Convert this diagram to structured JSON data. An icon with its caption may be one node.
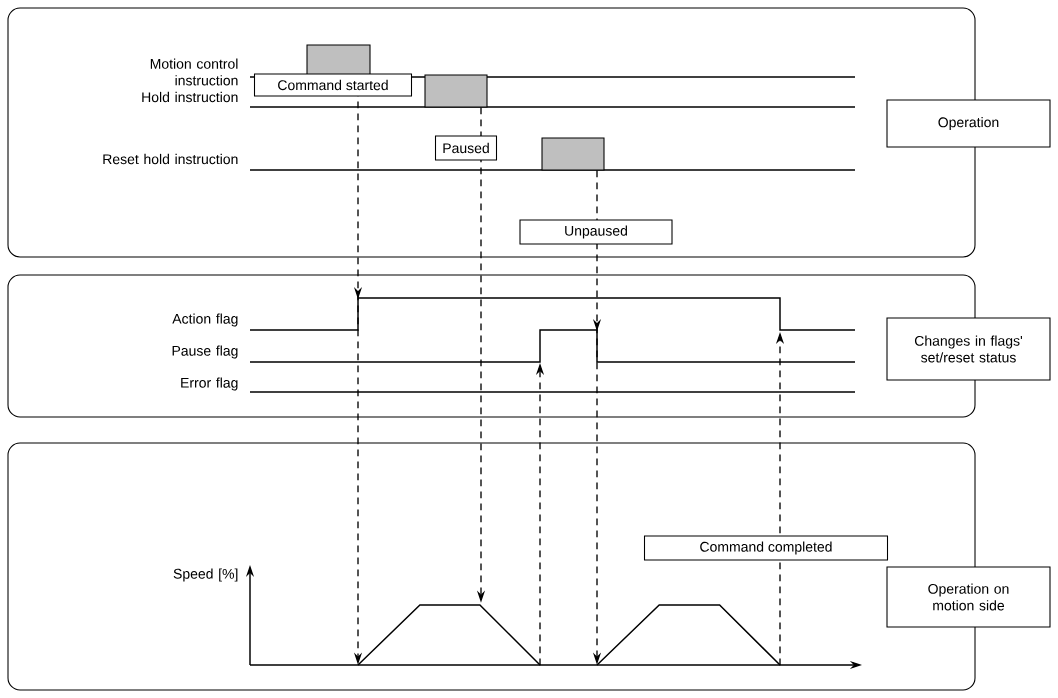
{
  "diagram": {
    "nodes": [
      {
        "text": [],
        "shape": "bar"
      },
      {
        "text": [],
        "shape": "bar"
      },
      {
        "text": [],
        "shape": "bar"
      },
      {
        "text": [
          "Operation"
        ]
      },
      {
        "text": [
          "Changes in flags' set/reset status"
        ]
      },
      {
        "text": [
          "Operation on motion side"
        ]
      },
      {
        "text": [],
        "shape": "trapezoid"
      },
      {
        "text": [],
        "shape": "trapezoid"
      }
    ],
    "edges": [
      {
        "from": 0,
        "to": 6,
        "arrow": "to",
        "label": "Command started"
      },
      {
        "from": 1,
        "to": 6,
        "arrow": "to",
        "label": "Paused"
      },
      {
        "from": 2,
        "to": 7,
        "arrow": "to",
        "label": "Unpaused"
      },
      {
        "from": 6,
        "to": null,
        "arrow": "to"
      },
      {
        "from": 7,
        "to": null,
        "arrow": "to",
        "label": "Command completed"
      }
    ],
    "labels": [
      "Motion control instruction",
      "Hold instruction",
      "Reset hold instruction",
      "Action flag",
      "Pause flag",
      "Error flag",
      "Speed [%]"
    ]
  }
}
